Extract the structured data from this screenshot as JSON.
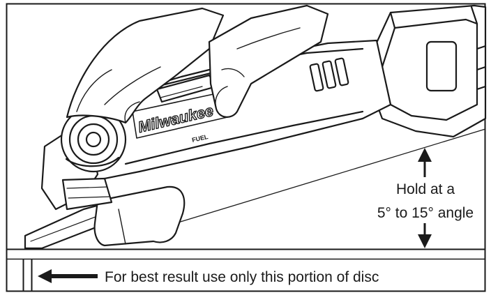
{
  "figure": {
    "brand_text": "Milwaukee",
    "fuel_text": "FUEL",
    "angle_label_line1": "Hold at a",
    "angle_label_line2": "5° to 15° angle",
    "caption": "For best result use only this portion of disc"
  },
  "colors": {
    "ink": "#1a1a1a",
    "paper": "#ffffff"
  },
  "icons": [
    "double-headed-arrow-icon",
    "left-arrow-icon"
  ]
}
